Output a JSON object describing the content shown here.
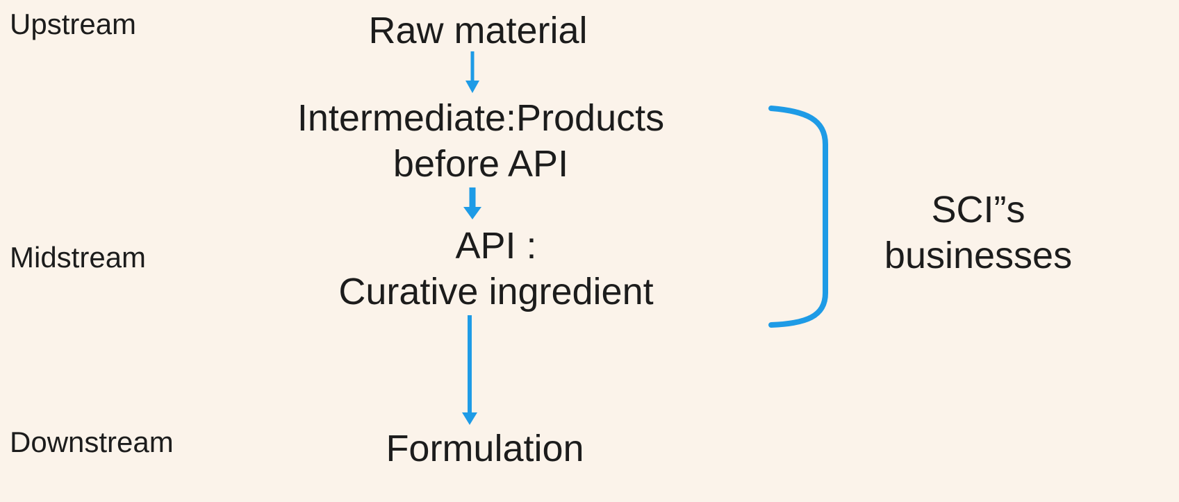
{
  "stages": {
    "upstream": "Upstream",
    "midstream": "Midstream",
    "downstream": "Downstream"
  },
  "nodes": {
    "raw_material": "Raw material",
    "intermediate_line1": "Intermediate:Products",
    "intermediate_line2": "before  API",
    "api_line1": "API  :",
    "api_line2": "Curative ingredient",
    "formulation": "Formulation"
  },
  "bracket_label": {
    "line1": "SCI”s",
    "line2": "businesses"
  },
  "colors": {
    "arrow": "#1e9be6",
    "background": "#fbf3ea",
    "text": "#1c1c1c"
  }
}
